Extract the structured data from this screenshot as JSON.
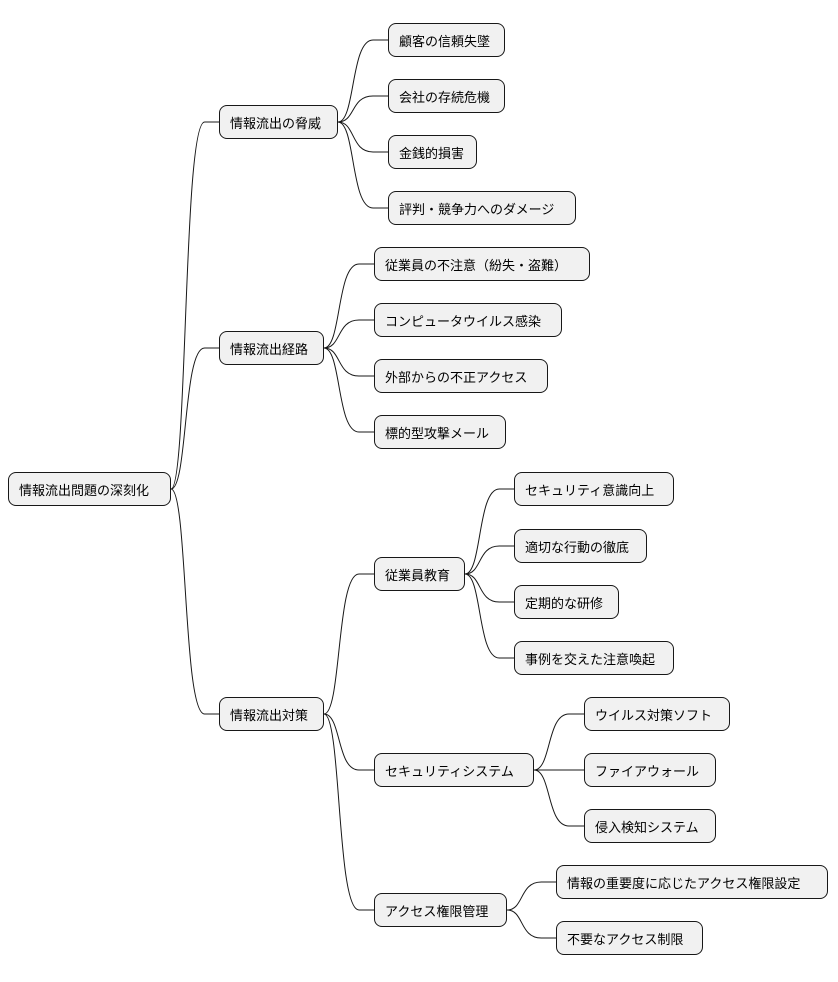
{
  "colors": {
    "node_fill": "#f1f1f1",
    "node_border": "#181818",
    "edge": "#181818",
    "text": "#000000"
  },
  "root": {
    "label": "情報流出問題の深刻化",
    "children": [
      {
        "label": "情報流出の脅威",
        "children": [
          {
            "label": "顧客の信頼失墜"
          },
          {
            "label": "会社の存続危機"
          },
          {
            "label": "金銭的損害"
          },
          {
            "label": "評判・競争力へのダメージ"
          }
        ]
      },
      {
        "label": "情報流出経路",
        "children": [
          {
            "label": "従業員の不注意（紛失・盗難）"
          },
          {
            "label": "コンピュータウイルス感染"
          },
          {
            "label": "外部からの不正アクセス"
          },
          {
            "label": "標的型攻撃メール"
          }
        ]
      },
      {
        "label": "情報流出対策",
        "children": [
          {
            "label": "従業員教育",
            "children": [
              {
                "label": "セキュリティ意識向上"
              },
              {
                "label": "適切な行動の徹底"
              },
              {
                "label": "定期的な研修"
              },
              {
                "label": "事例を交えた注意喚起"
              }
            ]
          },
          {
            "label": "セキュリティシステム",
            "children": [
              {
                "label": "ウイルス対策ソフト"
              },
              {
                "label": "ファイアウォール"
              },
              {
                "label": "侵入検知システム"
              }
            ]
          },
          {
            "label": "アクセス権限管理",
            "children": [
              {
                "label": "情報の重要度に応じたアクセス権限設定"
              },
              {
                "label": "不要なアクセス制限"
              }
            ]
          }
        ]
      }
    ]
  }
}
